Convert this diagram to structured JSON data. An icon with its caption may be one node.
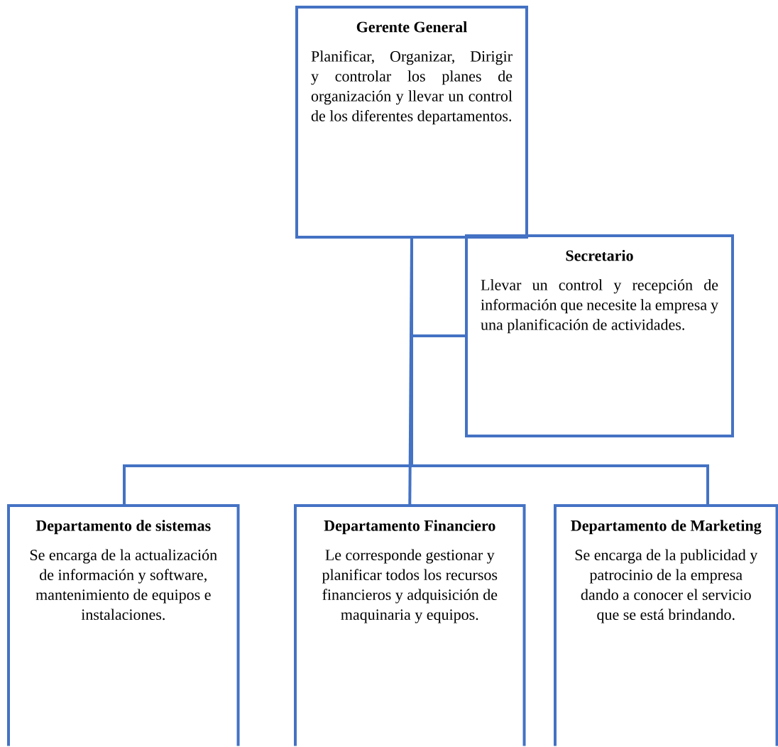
{
  "diagram": {
    "nodes": [
      {
        "text": [
          "Gerente General",
          "Planificar, Organizar, Dirigir y controlar los planes de organización y llevar un control de los diferentes departamentos."
        ]
      },
      {
        "text": [
          "Secretario",
          "Llevar un control y recepción de información que necesite la empresa y una planificación de actividades."
        ]
      },
      {
        "text": [
          "Departamento de sistemas",
          "Se encarga de la actualización de información y software, mantenimiento de equipos e instalaciones."
        ]
      },
      {
        "text": [
          "Departamento Financiero",
          "Le corresponde gestionar y planificar todos los recursos financieros y adquisición de maquinaria y equipos."
        ]
      },
      {
        "text": [
          "Departamento de Marketing",
          "Se encarga de la publicidad y patrocinio de la empresa dando a conocer el servicio que se está brindando."
        ]
      }
    ],
    "edges": [
      {
        "from": 0,
        "to": 1,
        "arrow": "none"
      },
      {
        "from": 0,
        "to": 2,
        "arrow": "none"
      },
      {
        "from": 0,
        "to": 3,
        "arrow": "none"
      },
      {
        "from": 0,
        "to": 4,
        "arrow": "none"
      }
    ]
  }
}
